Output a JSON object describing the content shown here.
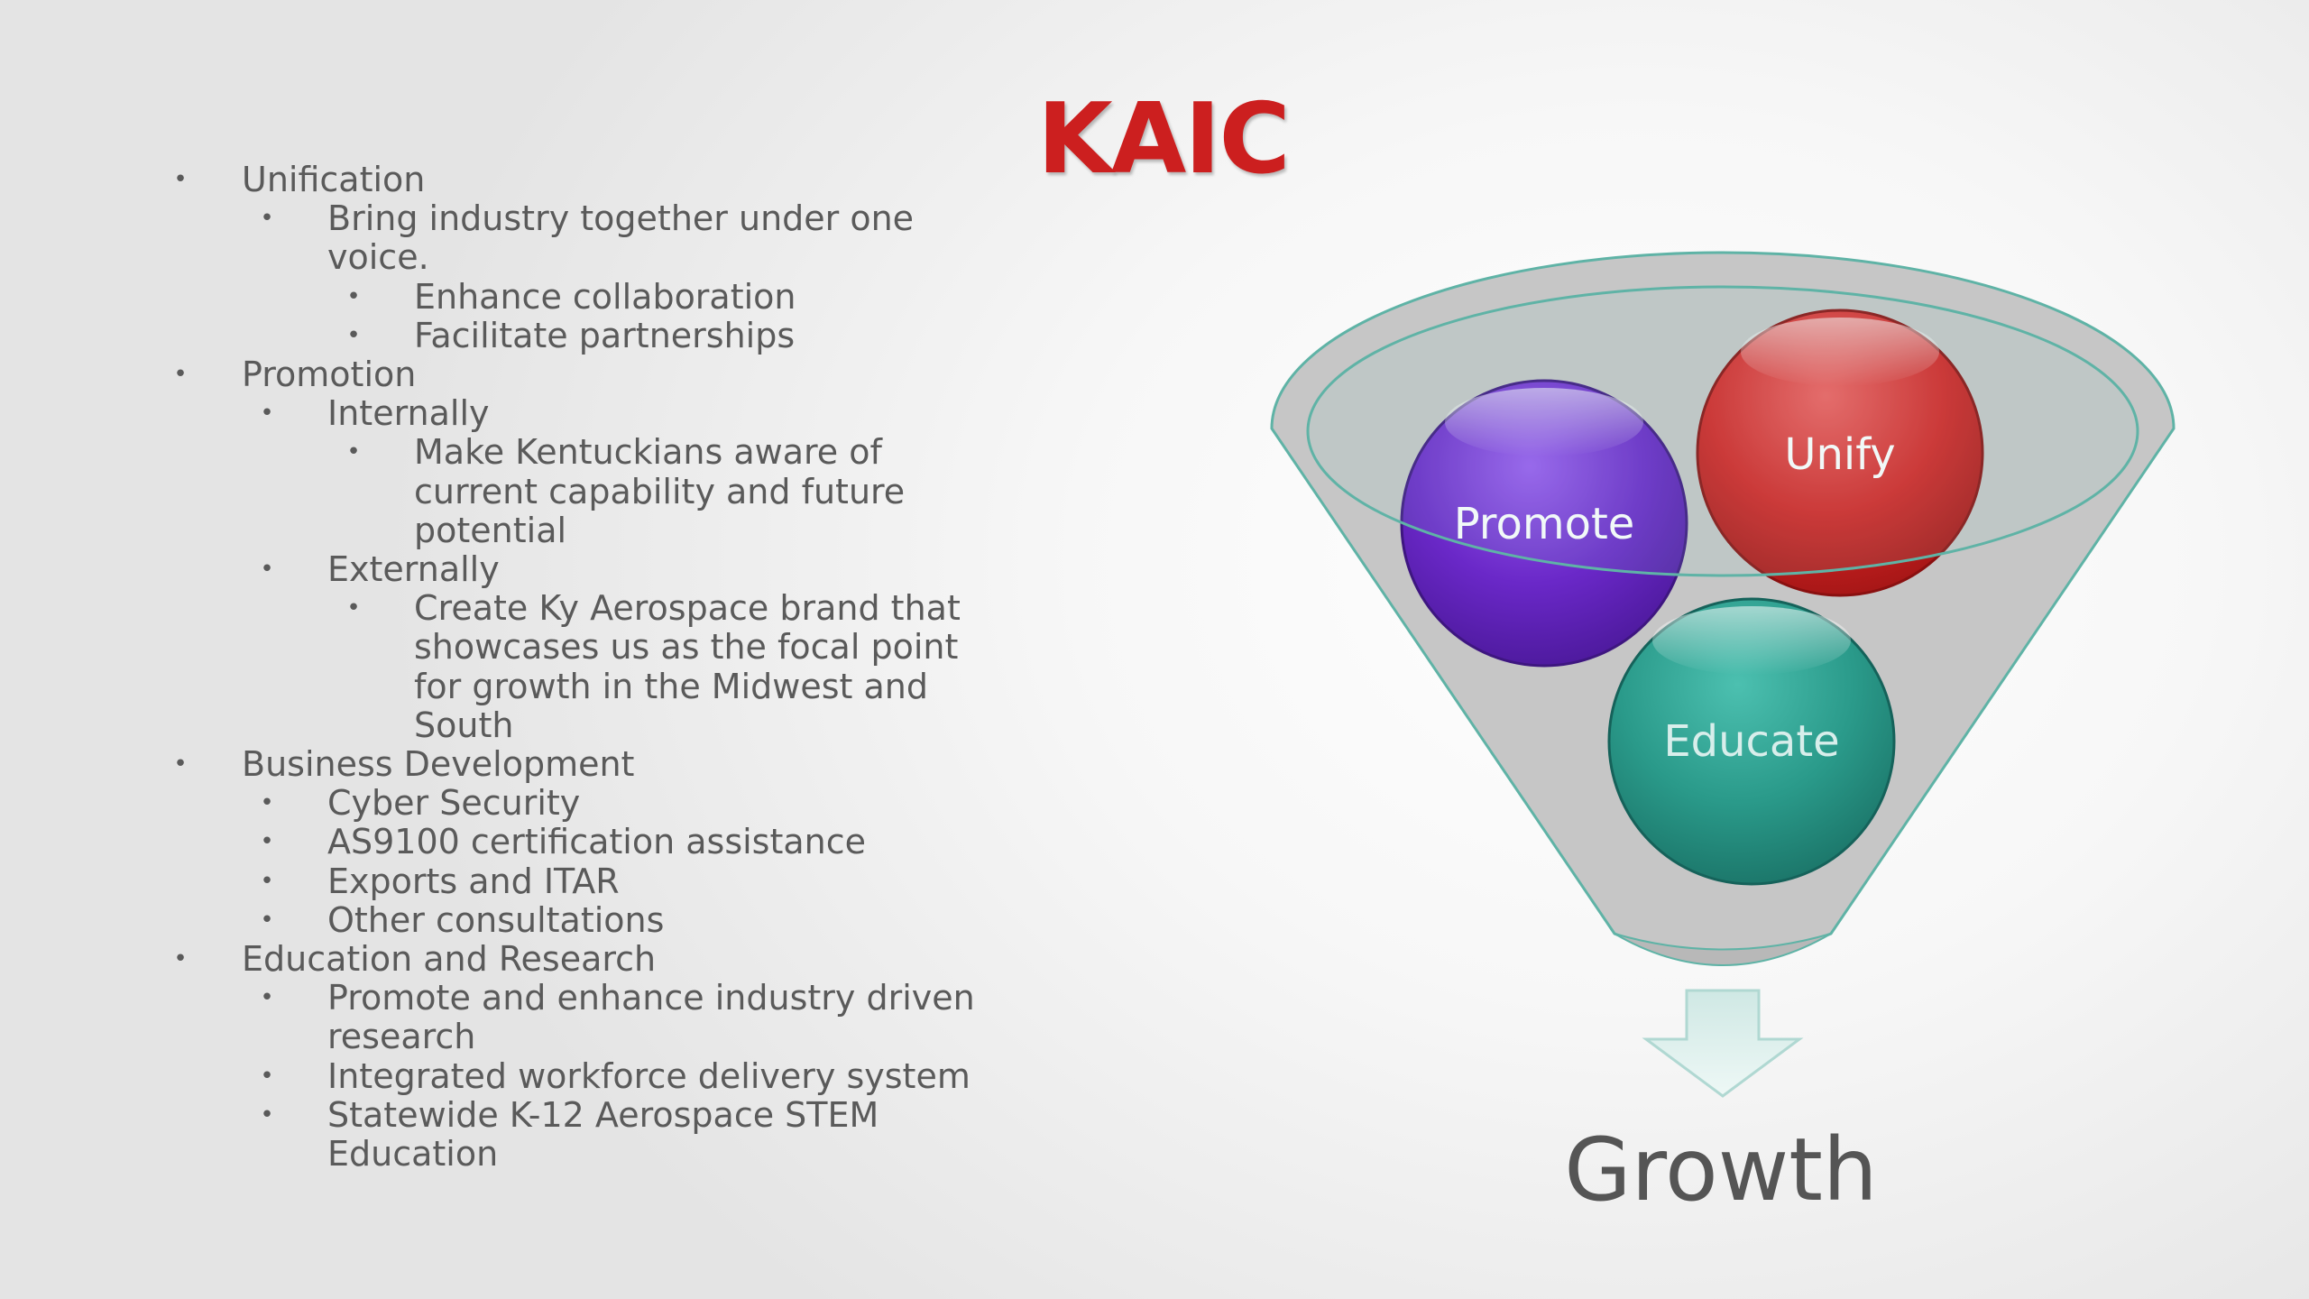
{
  "slide": {
    "title": "KAIC",
    "title_color": "#cc1f1f",
    "text_color": "#5a5a5a"
  },
  "bullets": [
    {
      "level": 0,
      "lines": [
        "Unification"
      ]
    },
    {
      "level": 1,
      "lines": [
        "Bring industry together under one",
        "voice."
      ]
    },
    {
      "level": 2,
      "lines": [
        "Enhance collaboration"
      ]
    },
    {
      "level": 2,
      "lines": [
        "Facilitate partnerships"
      ]
    },
    {
      "level": 0,
      "lines": [
        "Promotion"
      ]
    },
    {
      "level": 1,
      "lines": [
        "Internally"
      ]
    },
    {
      "level": 2,
      "lines": [
        "Make Kentuckians aware of",
        "current capability and future",
        "potential"
      ]
    },
    {
      "level": 1,
      "lines": [
        "Externally"
      ]
    },
    {
      "level": 2,
      "lines": [
        "Create Ky Aerospace brand that",
        "showcases us as the focal point",
        "for growth in the Midwest and",
        "South"
      ]
    },
    {
      "level": 0,
      "lines": [
        "Business Development"
      ]
    },
    {
      "level": 1,
      "lines": [
        "Cyber Security"
      ]
    },
    {
      "level": 1,
      "lines": [
        "AS9100 certification assistance"
      ]
    },
    {
      "level": 1,
      "lines": [
        "Exports and ITAR"
      ]
    },
    {
      "level": 1,
      "lines": [
        "Other consultations"
      ]
    },
    {
      "level": 0,
      "lines": [
        "Education and Research"
      ]
    },
    {
      "level": 1,
      "lines": [
        "Promote and enhance industry driven",
        "research"
      ]
    },
    {
      "level": 1,
      "lines": [
        "Integrated workforce delivery system"
      ]
    },
    {
      "level": 1,
      "lines": [
        "Statewide K-12 Aerospace STEM",
        "Education"
      ]
    }
  ],
  "funnel": {
    "circles": [
      {
        "label": "Promote",
        "color": "#6a28c8"
      },
      {
        "label": "Unify",
        "color": "#d42626"
      },
      {
        "label": "Educate",
        "color": "#2a9a8a"
      }
    ],
    "output_label": "Growth",
    "funnel_color": "#c6c6c6",
    "rim_color": "#5fb3a6"
  }
}
